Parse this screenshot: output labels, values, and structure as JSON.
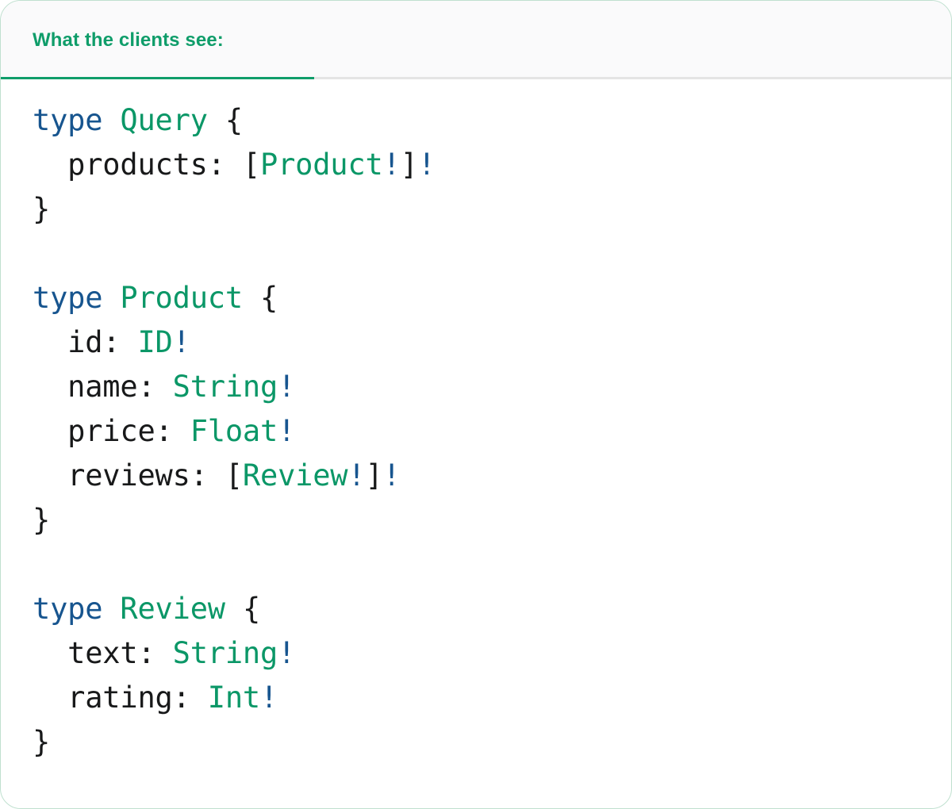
{
  "card": {
    "border_color": "#bfe0cf",
    "background": "#ffffff"
  },
  "tabbar": {
    "background": "#fafafb",
    "rule_color": "#e4e4e4",
    "active_tab": {
      "label": "What the clients see:",
      "underline_color": "#0f9d6a",
      "text_color": "#0f9d6a"
    }
  },
  "syntax_colors": {
    "keyword": "#17558f",
    "type_name": "#0b9767",
    "non_null_bang": "#17558f",
    "punctuation": "#18191a",
    "field_name": "#18191a"
  },
  "code": {
    "language": "graphql",
    "lines": [
      {
        "tokens": [
          {
            "t": "type",
            "c": "kw"
          },
          {
            "t": " ",
            "c": "punc"
          },
          {
            "t": "Query",
            "c": "type"
          },
          {
            "t": " ",
            "c": "punc"
          },
          {
            "t": "{",
            "c": "punc"
          }
        ]
      },
      {
        "tokens": [
          {
            "t": "  ",
            "c": "punc"
          },
          {
            "t": "products",
            "c": "field"
          },
          {
            "t": ": ",
            "c": "punc"
          },
          {
            "t": "[",
            "c": "punc"
          },
          {
            "t": "Product",
            "c": "type"
          },
          {
            "t": "!",
            "c": "bang"
          },
          {
            "t": "]",
            "c": "punc"
          },
          {
            "t": "!",
            "c": "bang"
          }
        ]
      },
      {
        "tokens": [
          {
            "t": "}",
            "c": "punc"
          }
        ]
      },
      {
        "tokens": [
          {
            "t": "",
            "c": "punc"
          }
        ]
      },
      {
        "tokens": [
          {
            "t": "type",
            "c": "kw"
          },
          {
            "t": " ",
            "c": "punc"
          },
          {
            "t": "Product",
            "c": "type"
          },
          {
            "t": " ",
            "c": "punc"
          },
          {
            "t": "{",
            "c": "punc"
          }
        ]
      },
      {
        "tokens": [
          {
            "t": "  ",
            "c": "punc"
          },
          {
            "t": "id",
            "c": "field"
          },
          {
            "t": ": ",
            "c": "punc"
          },
          {
            "t": "ID",
            "c": "type"
          },
          {
            "t": "!",
            "c": "bang"
          }
        ]
      },
      {
        "tokens": [
          {
            "t": "  ",
            "c": "punc"
          },
          {
            "t": "name",
            "c": "field"
          },
          {
            "t": ": ",
            "c": "punc"
          },
          {
            "t": "String",
            "c": "type"
          },
          {
            "t": "!",
            "c": "bang"
          }
        ]
      },
      {
        "tokens": [
          {
            "t": "  ",
            "c": "punc"
          },
          {
            "t": "price",
            "c": "field"
          },
          {
            "t": ": ",
            "c": "punc"
          },
          {
            "t": "Float",
            "c": "type"
          },
          {
            "t": "!",
            "c": "bang"
          }
        ]
      },
      {
        "tokens": [
          {
            "t": "  ",
            "c": "punc"
          },
          {
            "t": "reviews",
            "c": "field"
          },
          {
            "t": ": ",
            "c": "punc"
          },
          {
            "t": "[",
            "c": "punc"
          },
          {
            "t": "Review",
            "c": "type"
          },
          {
            "t": "!",
            "c": "bang"
          },
          {
            "t": "]",
            "c": "punc"
          },
          {
            "t": "!",
            "c": "bang"
          }
        ]
      },
      {
        "tokens": [
          {
            "t": "}",
            "c": "punc"
          }
        ]
      },
      {
        "tokens": [
          {
            "t": "",
            "c": "punc"
          }
        ]
      },
      {
        "tokens": [
          {
            "t": "type",
            "c": "kw"
          },
          {
            "t": " ",
            "c": "punc"
          },
          {
            "t": "Review",
            "c": "type"
          },
          {
            "t": " ",
            "c": "punc"
          },
          {
            "t": "{",
            "c": "punc"
          }
        ]
      },
      {
        "tokens": [
          {
            "t": "  ",
            "c": "punc"
          },
          {
            "t": "text",
            "c": "field"
          },
          {
            "t": ": ",
            "c": "punc"
          },
          {
            "t": "String",
            "c": "type"
          },
          {
            "t": "!",
            "c": "bang"
          }
        ]
      },
      {
        "tokens": [
          {
            "t": "  ",
            "c": "punc"
          },
          {
            "t": "rating",
            "c": "field"
          },
          {
            "t": ": ",
            "c": "punc"
          },
          {
            "t": "Int",
            "c": "type"
          },
          {
            "t": "!",
            "c": "bang"
          }
        ]
      },
      {
        "tokens": [
          {
            "t": "}",
            "c": "punc"
          }
        ]
      }
    ]
  }
}
